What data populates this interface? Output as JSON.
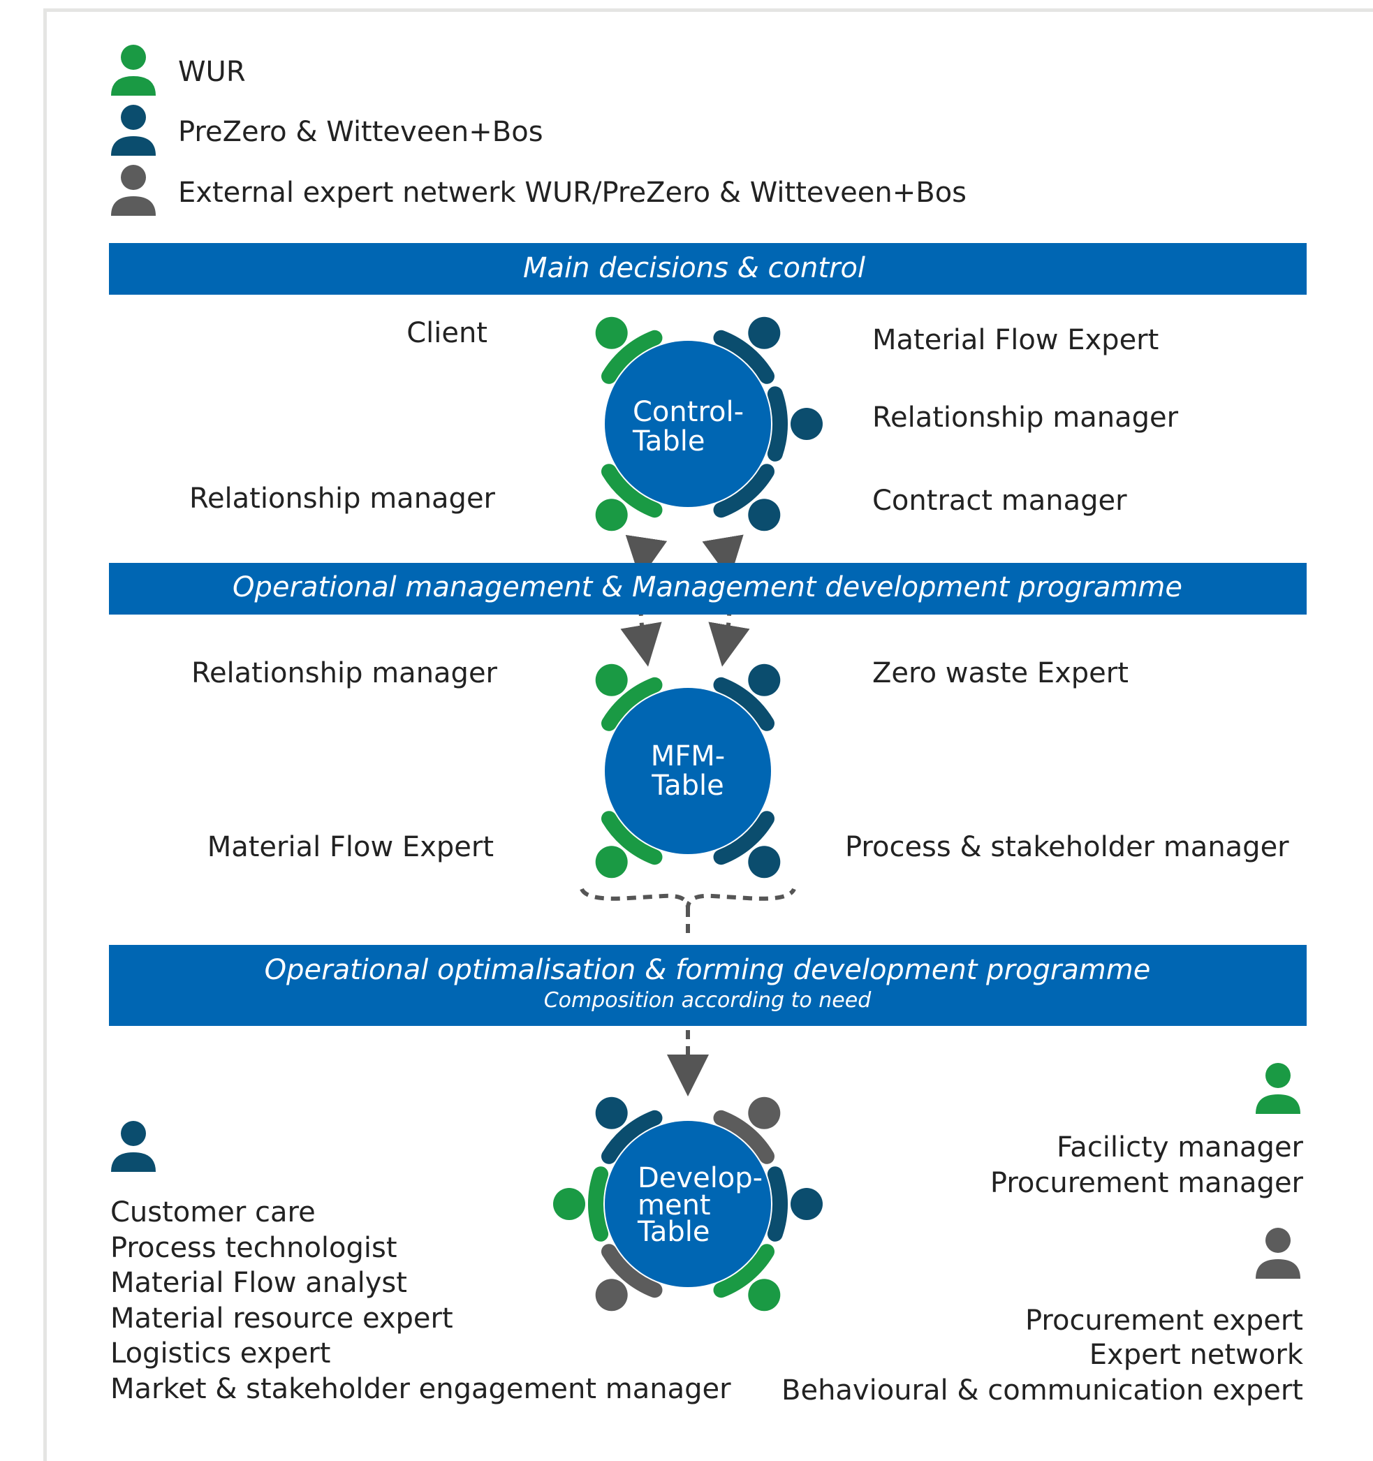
{
  "colors": {
    "wur": "#1a9a44",
    "prezero": "#0b4d6e",
    "external": "#5c5c5c",
    "band": "#0066b3",
    "table": "#0066b3",
    "arrow": "#555555"
  },
  "legend": [
    {
      "group": "wur",
      "label": "WUR"
    },
    {
      "group": "prezero",
      "label": "PreZero & Witteveen+Bos"
    },
    {
      "group": "external",
      "label": "External expert netwerk WUR/PreZero & Witteveen+Bos"
    }
  ],
  "bands": {
    "main": {
      "title": "Main decisions & control"
    },
    "operational": {
      "title": "Operational management & Management development programme"
    },
    "optimalisation": {
      "title": "Operational optimalisation & forming development programme",
      "subtitle": "Composition according to need"
    }
  },
  "control_table": {
    "name_line1": "Control-",
    "name_line2": "Table",
    "left_top": "Client",
    "left_bottom": "Relationship manager",
    "right_top": "Material Flow Expert",
    "right_middle": "Relationship manager",
    "right_bottom": "Contract manager"
  },
  "mfm_table": {
    "name_line1": "MFM-",
    "name_line2": "Table",
    "left_top": "Relationship manager",
    "left_bottom": "Material Flow Expert",
    "right_top": "Zero waste Expert",
    "right_bottom": "Process & stakeholder manager"
  },
  "development_table": {
    "name_line1": "Develop-",
    "name_line2": "ment",
    "name_line3": "Table",
    "left_group": "prezero",
    "left_roles": [
      "Customer care",
      "Process technologist",
      "Material Flow analyst",
      "Material resource expert",
      "Logistics expert",
      "Market & stakeholder engagement manager"
    ],
    "right_wur_group": "wur",
    "right_wur_roles": [
      "Facilicty manager",
      "Procurement manager"
    ],
    "right_ext_group": "external",
    "right_ext_roles": [
      "Procurement expert",
      "Expert network",
      "Behavioural & communication expert"
    ]
  }
}
